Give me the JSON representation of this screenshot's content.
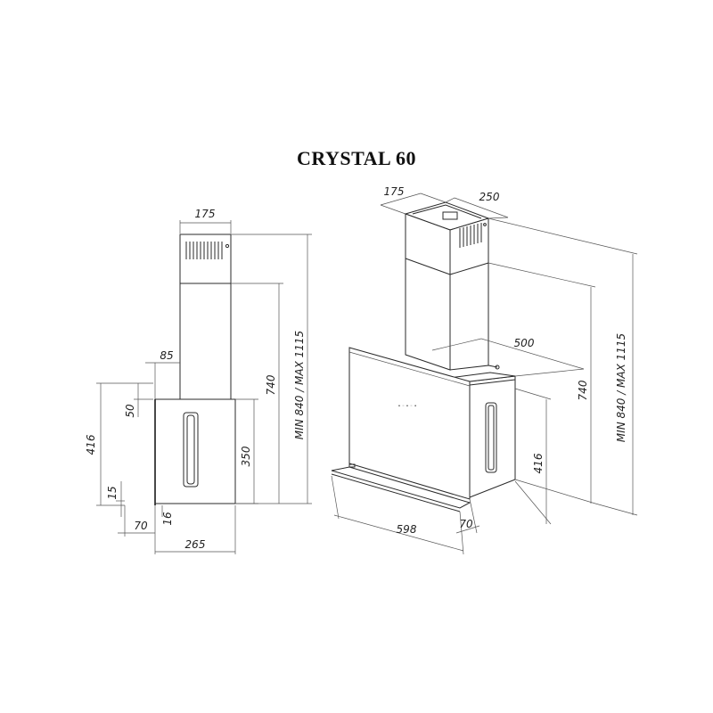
{
  "title": "CRYSTAL 60",
  "side_view": {
    "dims": {
      "chimney_width": "175",
      "wall_offset": "85",
      "top_to_panel": "50",
      "total_height": "416",
      "bottom_gap": "15",
      "base_depth": "70",
      "lip": "16",
      "overall_depth": "265",
      "panel_height": "350",
      "chimney_height": "740",
      "height_range": "MIN 840 / MAX 1115"
    }
  },
  "iso_view": {
    "dims": {
      "chimney_depth": "175",
      "chimney_width": "250",
      "hood_depth": "500",
      "chimney_height": "740",
      "height_range": "MIN 840 / MAX 1115",
      "body_height": "416",
      "width": "598",
      "base_depth": "70"
    },
    "control_glyph": "• ◦ • ◦ •"
  }
}
